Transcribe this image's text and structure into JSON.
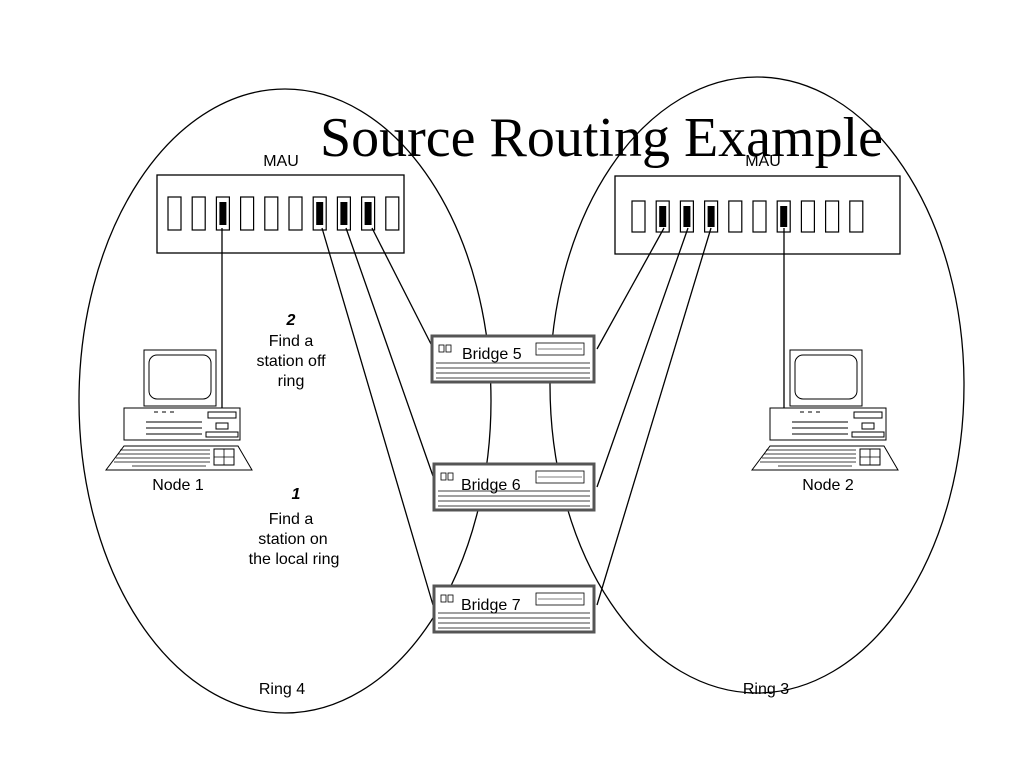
{
  "title": "Source Routing Example",
  "rings": [
    {
      "label": "Ring 4"
    },
    {
      "label": "Ring 3"
    }
  ],
  "maus": [
    {
      "label": "MAU",
      "ports_active": [
        false,
        false,
        true,
        false,
        false,
        false,
        true,
        true,
        true,
        false
      ]
    },
    {
      "label": "MAU",
      "ports_active": [
        false,
        true,
        true,
        true,
        false,
        false,
        true,
        false,
        false,
        false
      ]
    }
  ],
  "nodes": [
    {
      "label": "Node 1"
    },
    {
      "label": "Node 2"
    }
  ],
  "bridges": [
    {
      "label": "Bridge 5"
    },
    {
      "label": "Bridge 6"
    },
    {
      "label": "Bridge 7"
    }
  ],
  "steps": [
    {
      "number": "2",
      "text": [
        "Find a",
        "station off",
        "ring"
      ]
    },
    {
      "number": "1",
      "text": [
        "Find a",
        "station on",
        "the local ring"
      ]
    }
  ],
  "icons": [
    "mau-icon",
    "computer-icon",
    "bridge-icon"
  ]
}
